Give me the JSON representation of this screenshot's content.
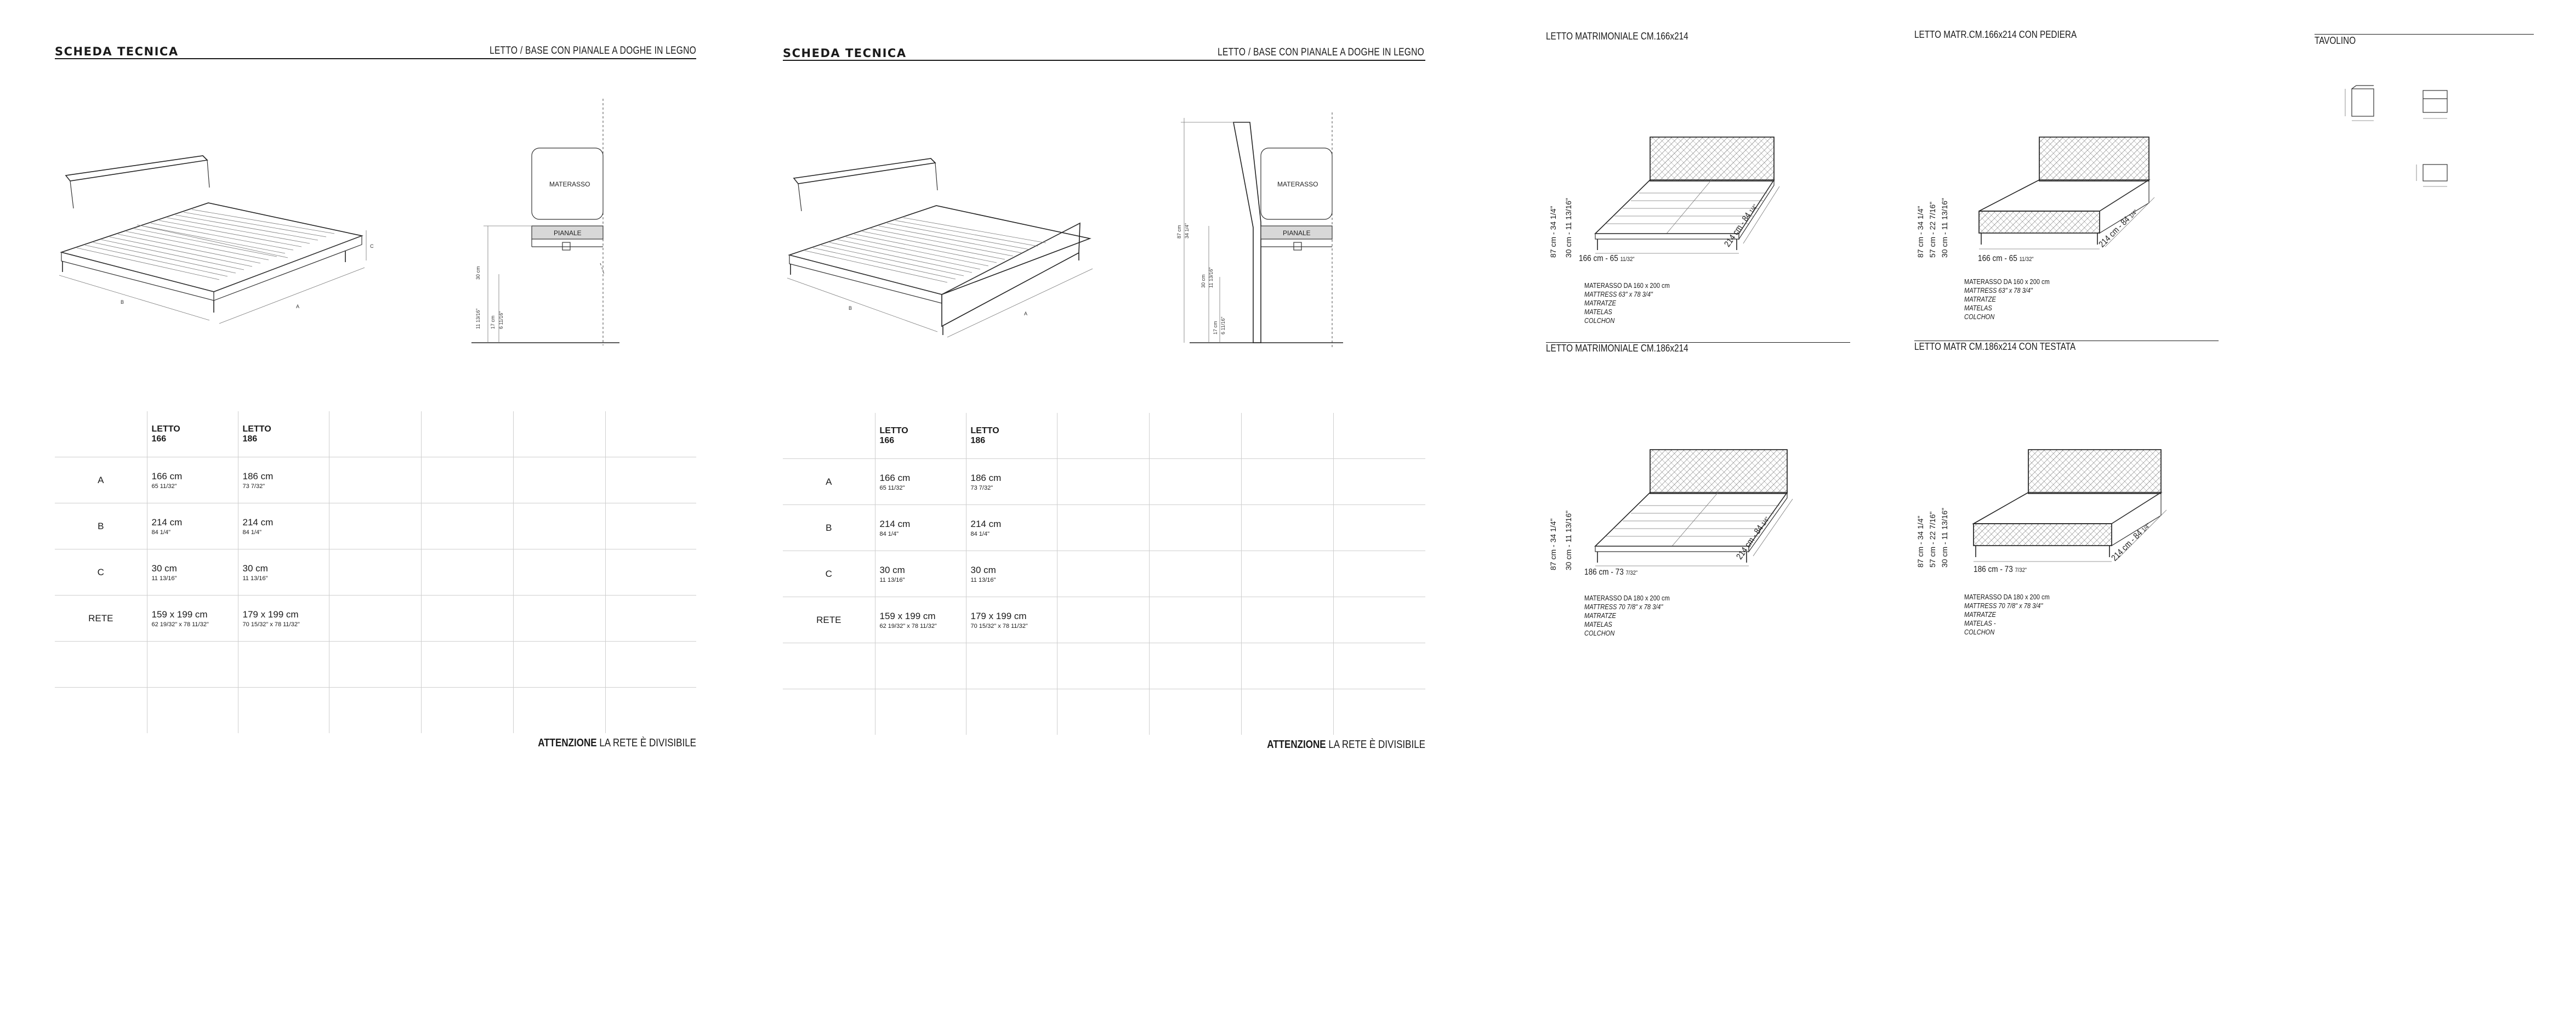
{
  "sheets": [
    {
      "title": "SCHEDA TECNICA",
      "subtitle": "LETTO / BASE CON PIANALE A DOGHE IN LEGNO",
      "profile": {
        "materasso": "MATERASSO",
        "pianale": "PIANALE"
      },
      "table": {
        "columns": [
          {
            "l1": "LETTO",
            "l2": "166"
          },
          {
            "l1": "LETTO",
            "l2": "186"
          }
        ],
        "rows": [
          {
            "label": "A",
            "cells": [
              {
                "main": "166 cm",
                "imp": "65 11/32\""
              },
              {
                "main": "186 cm",
                "imp": "73 7/32\""
              }
            ]
          },
          {
            "label": "B",
            "cells": [
              {
                "main": "214 cm",
                "imp": "84 1/4\""
              },
              {
                "main": "214 cm",
                "imp": "84 1/4\""
              }
            ]
          },
          {
            "label": "C",
            "cells": [
              {
                "main": "30 cm",
                "imp": "11 13/16\""
              },
              {
                "main": "30 cm",
                "imp": "11 13/16\""
              }
            ]
          },
          {
            "label": "RETE",
            "cells": [
              {
                "main": "159 x 199 cm",
                "imp": "62 19/32\" x 78 11/32\""
              },
              {
                "main": "179 x 199 cm",
                "imp": "70 15/32\" x 78 11/32\""
              }
            ]
          }
        ]
      },
      "attention": {
        "bold": "ATTENZIONE",
        "text": " LA RETE È DIVISIBILE"
      }
    },
    {
      "title": "SCHEDA TECNICA",
      "subtitle": "LETTO / BASE CON PIANALE A DOGHE IN LEGNO",
      "profile": {
        "materasso": "MATERASSO",
        "pianale": "PIANALE"
      },
      "table": {
        "columns": [
          {
            "l1": "LETTO",
            "l2": "166"
          },
          {
            "l1": "LETTO",
            "l2": "186"
          }
        ],
        "rows": [
          {
            "label": "A",
            "cells": [
              {
                "main": "166 cm",
                "imp": "65 11/32\""
              },
              {
                "main": "186 cm",
                "imp": "73 7/32\""
              }
            ]
          },
          {
            "label": "B",
            "cells": [
              {
                "main": "214 cm",
                "imp": "84 1/4\""
              },
              {
                "main": "214 cm",
                "imp": "84 1/4\""
              }
            ]
          },
          {
            "label": "C",
            "cells": [
              {
                "main": "30 cm",
                "imp": "11 13/16\""
              },
              {
                "main": "30 cm",
                "imp": "11 13/16\""
              }
            ]
          },
          {
            "label": "RETE",
            "cells": [
              {
                "main": "159 x 199 cm",
                "imp": "62 19/32\" x 78 11/32\""
              },
              {
                "main": "179 x 199 cm",
                "imp": "70 15/32\" x 78 11/32\""
              }
            ]
          }
        ]
      },
      "attention": {
        "bold": "ATTENZIONE",
        "text": " LA RETE È DIVISIBILE"
      }
    }
  ],
  "views": [
    {
      "title": "LETTO MATRIMONIALE CM.166x214",
      "width_label": "166 cm - 65",
      "width_imp": "11/32\"",
      "depth_label": "214 cm - 84",
      "depth_imp": "1/4\"",
      "heights": [
        "87 cm - 34 1/4\"",
        "30 cm - 11 13/16\""
      ],
      "mattress": [
        "MATERASSO DA 160 x 200 cm",
        "MATTRESS 63\" x 78 3/4\"",
        "MATRATZE",
        "MATELAS",
        "COLCHON"
      ]
    },
    {
      "title": "LETTO MATR.CM.166x214 CON PEDIERA",
      "width_label": "166 cm - 65",
      "width_imp": "11/32\"",
      "depth_label": "214 cm - 84",
      "depth_imp": "1/4\"",
      "heights": [
        "87 cm - 34 1/4\"",
        "57 cm - 22 7/16\"",
        "30 cm - 11 13/16\""
      ],
      "mattress": [
        "MATERASSO DA 160 x 200 cm",
        "MATTRESS 63\" x 78 3/4\"",
        "MATRATZE",
        "MATELAS",
        "COLCHON"
      ]
    },
    {
      "title": "LETTO MATRIMONIALE CM.186x214",
      "width_label": "186 cm - 73",
      "width_imp": "7/32\"",
      "depth_label": "214 cm - 84",
      "depth_imp": "1/4\"",
      "heights": [
        "87 cm - 34 1/4\"",
        "30 cm - 11 13/16\""
      ],
      "mattress": [
        "MATERASSO DA 180 x 200 cm",
        "MATTRESS 70 7/8\" x 78 3/4\"",
        "MATRATZE",
        "MATELAS",
        "COLCHON"
      ]
    },
    {
      "title": "LETTO MATR CM.186x214 CON TESTATA",
      "width_label": "186 cm - 73",
      "width_imp": "7/32\"",
      "depth_label": "214 cm - 84",
      "depth_imp": "1/4\"",
      "heights": [
        "87 cm - 34 1/4\"",
        "57 cm - 22 7/16\"",
        "30 cm - 11 13/16\""
      ],
      "mattress": [
        "MATERASSO DA 180 x 200 cm",
        "MATTRESS 70 7/8\" x 78 3/4\"",
        "MATRATZE",
        "MATELAS -",
        "COLCHON"
      ]
    }
  ],
  "tavolino": {
    "title": "TAVOLINO"
  }
}
